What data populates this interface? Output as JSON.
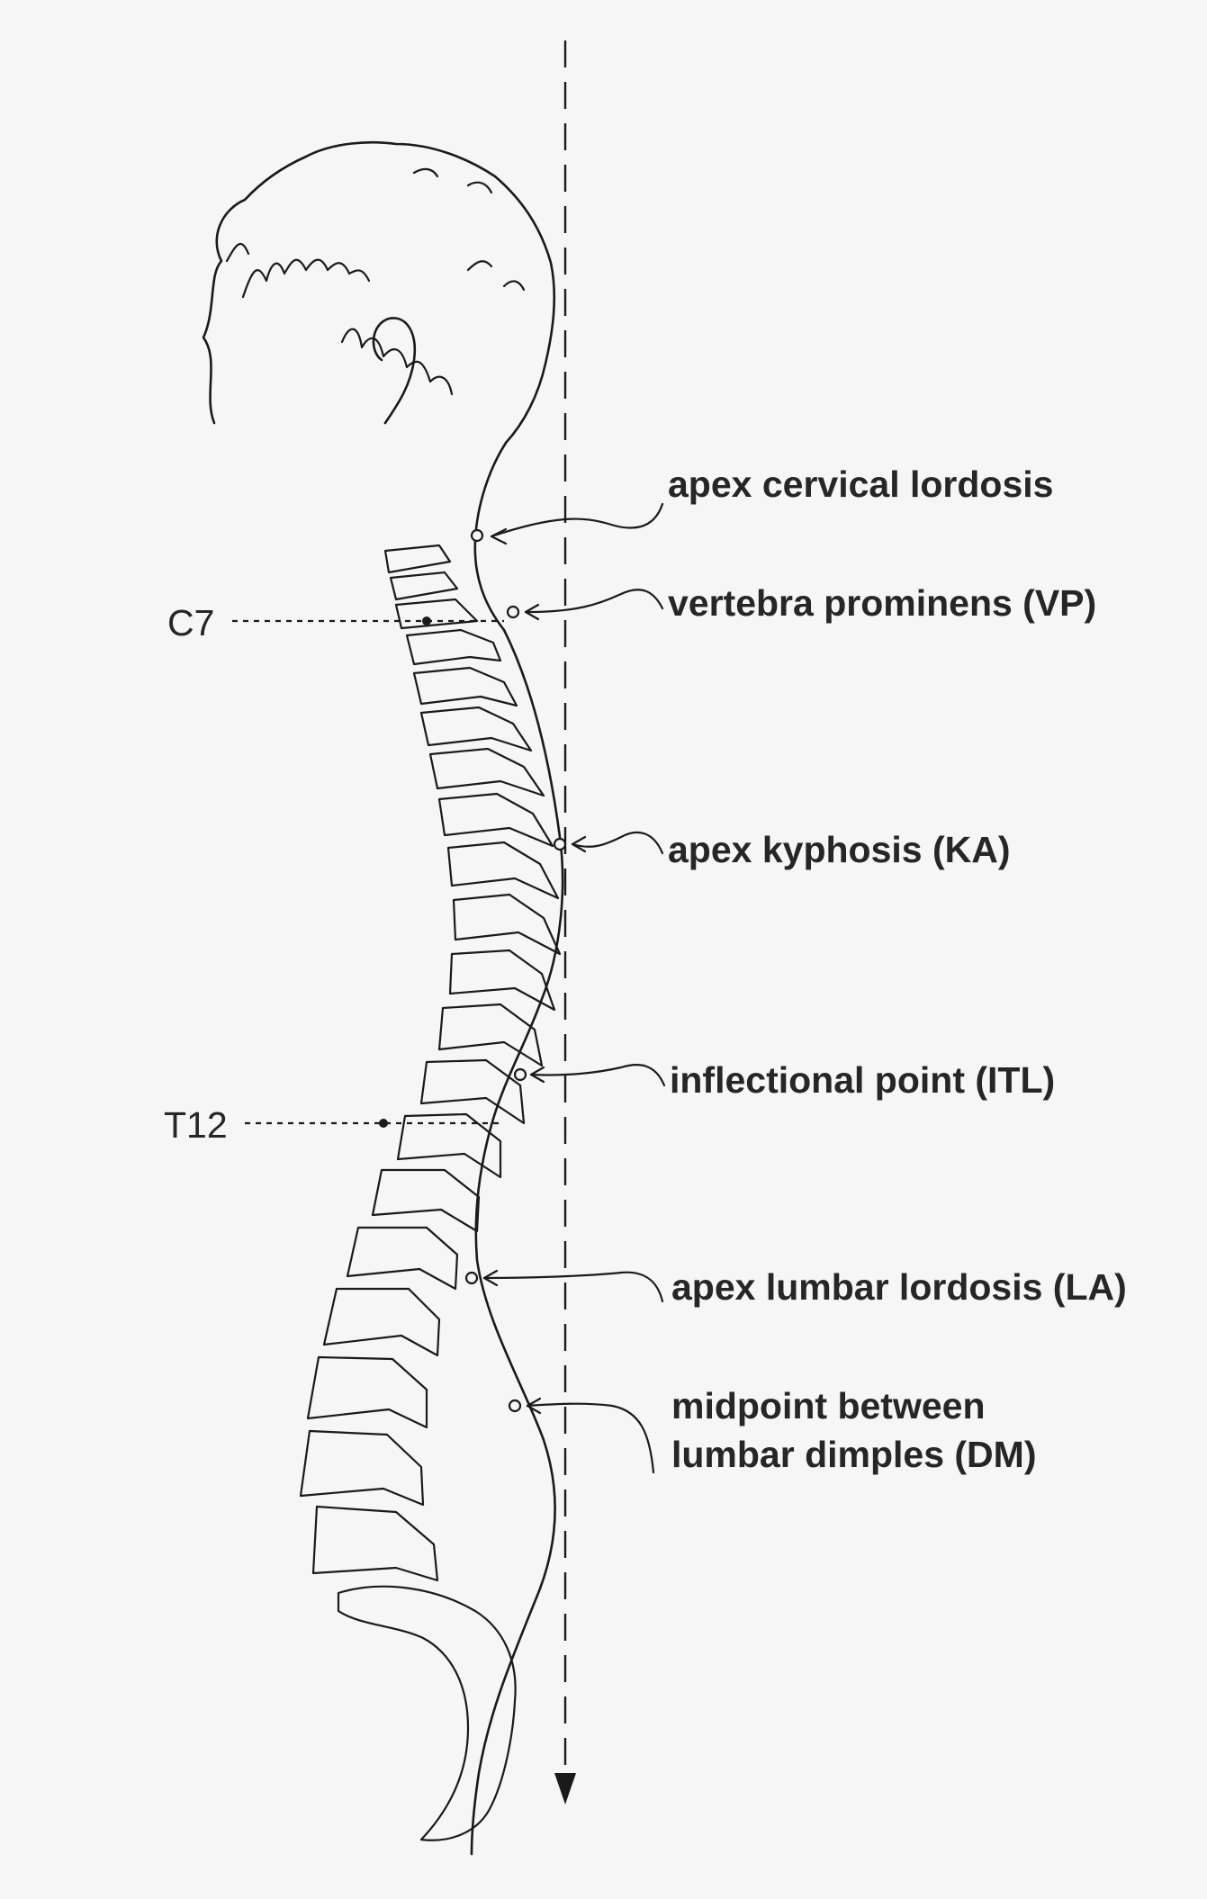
{
  "landmarks": [
    {
      "id": "cervical",
      "label": "apex cervical lordosis"
    },
    {
      "id": "vp",
      "label": "vertebra prominens (VP)"
    },
    {
      "id": "ka",
      "label": "apex kyphosis (KA)"
    },
    {
      "id": "itl",
      "label": "inflectional point (ITL)"
    },
    {
      "id": "la",
      "label": "apex lumbar lordosis (LA)"
    },
    {
      "id": "dm",
      "label_line1": "midpoint between",
      "label_line2": "lumbar dimples (DM)"
    }
  ],
  "levels": {
    "c7": "C7",
    "t12": "T12"
  },
  "colors": {
    "ink": "#1a1a1a",
    "text": "#262626",
    "background": "#f6f6f6"
  }
}
